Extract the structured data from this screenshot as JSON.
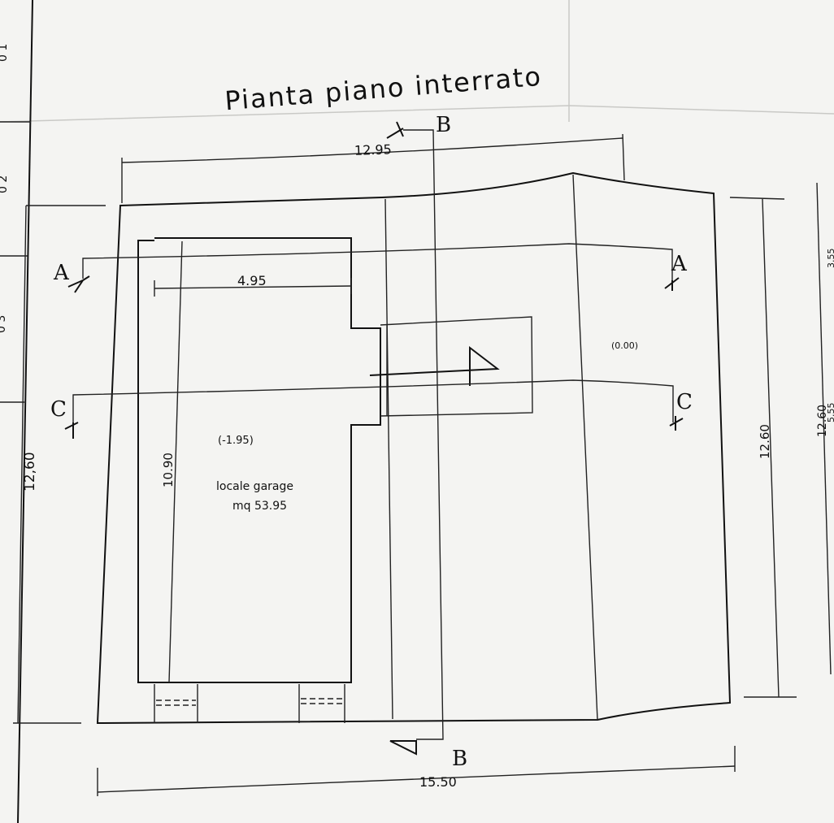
{
  "title": "Pianta piano interrato",
  "dimensions": {
    "top_width": "12.95",
    "bottom_width": "15.50",
    "left_height": "12,60",
    "right_height": "12.60",
    "garage_width": "4.95",
    "garage_height": "10.90",
    "edge_height": "12.60"
  },
  "sections": {
    "a": "A",
    "b": "B",
    "c": "C"
  },
  "levels": {
    "upper": "(0.00)",
    "garage": "(-1.95)"
  },
  "room": {
    "name": "locale garage",
    "area": "mq 53.95"
  },
  "margin_marks": [
    "0 1",
    "0 2",
    "0 3"
  ],
  "edge_marks": [
    "3.55",
    "5.55"
  ]
}
